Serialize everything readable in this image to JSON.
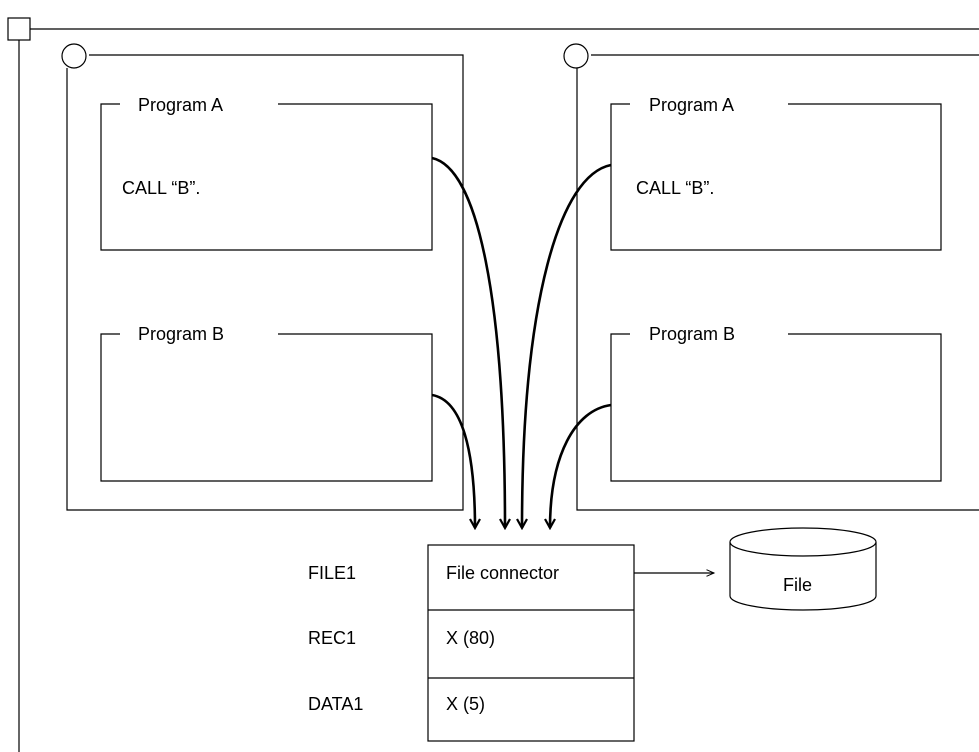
{
  "diagram": {
    "left_container": {
      "program_a": {
        "title": "Program A",
        "statement": "CALL “B”."
      },
      "program_b": {
        "title": "Program B"
      }
    },
    "right_container": {
      "program_a": {
        "title": "Program A",
        "statement": "CALL “B”."
      },
      "program_b": {
        "title": "Program B"
      }
    },
    "file_structure": {
      "rows": [
        {
          "name": "FILE1",
          "value": "File connector"
        },
        {
          "name": "REC1",
          "value": "X (80)"
        },
        {
          "name": "DATA1",
          "value": "X (5)"
        }
      ]
    },
    "file_storage": {
      "label": "File"
    }
  }
}
